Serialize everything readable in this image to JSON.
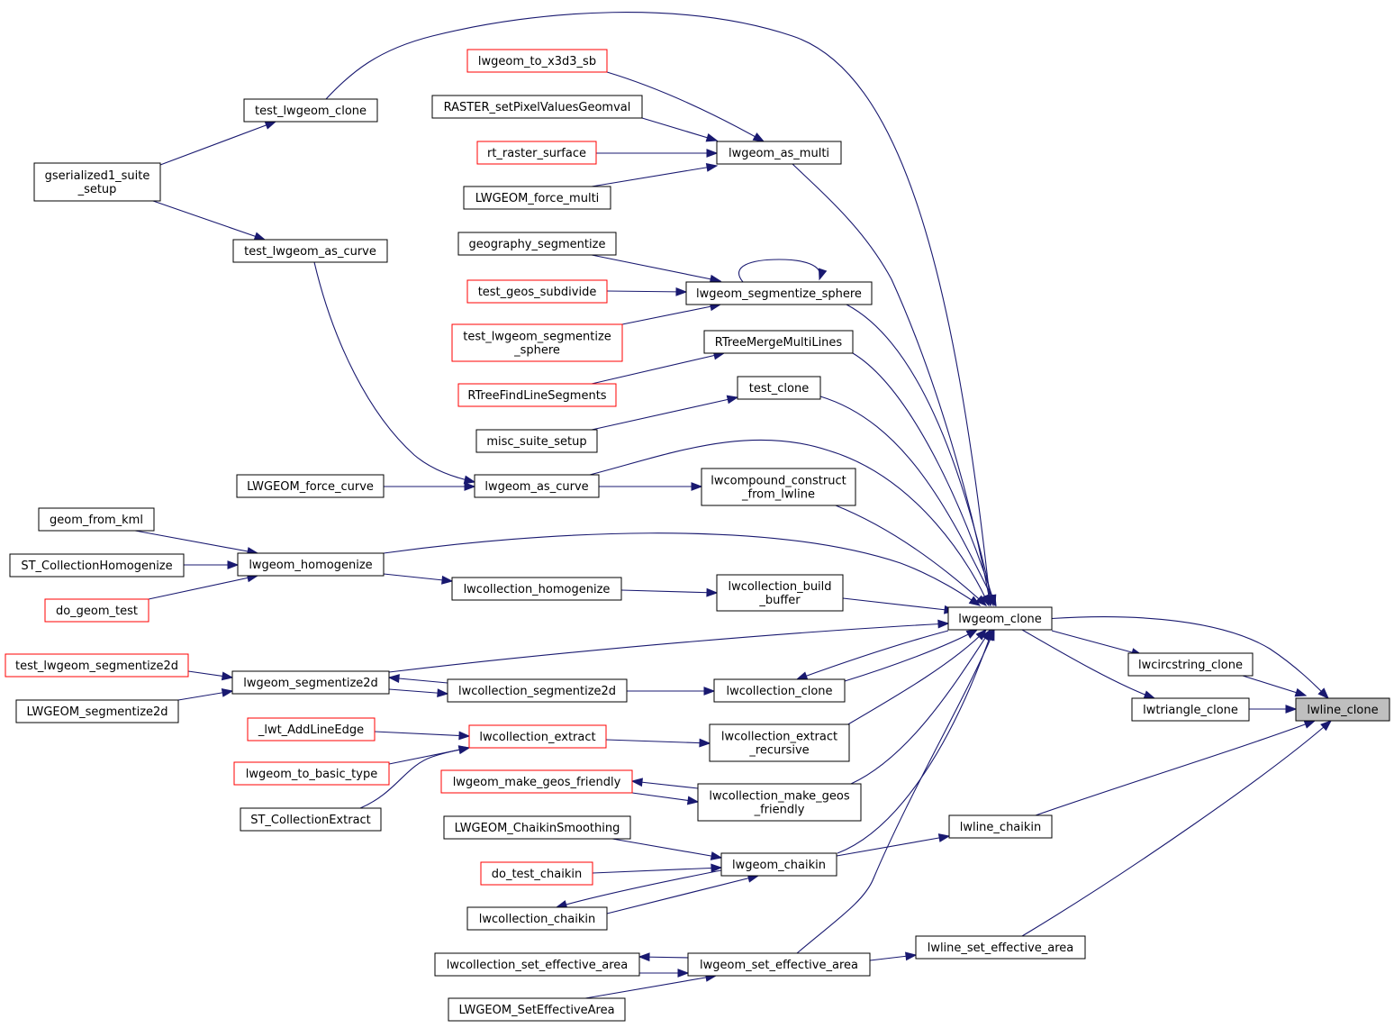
{
  "nodes": {
    "lwline_clone": {
      "lines": [
        "lwline_clone"
      ],
      "style": "root",
      "interactable": false
    },
    "lwgeom_clone": {
      "lines": [
        "lwgeom_clone"
      ],
      "style": "black",
      "interactable": true
    },
    "lwcircstring_clone": {
      "lines": [
        "lwcircstring_clone"
      ],
      "style": "black",
      "interactable": true
    },
    "lwtriangle_clone": {
      "lines": [
        "lwtriangle_clone"
      ],
      "style": "black",
      "interactable": true
    },
    "lwline_chaikin": {
      "lines": [
        "lwline_chaikin"
      ],
      "style": "black",
      "interactable": true
    },
    "lwline_set_effective_area": {
      "lines": [
        "lwline_set_effective_area"
      ],
      "style": "black",
      "interactable": true
    },
    "lwgeom_as_multi": {
      "lines": [
        "lwgeom_as_multi"
      ],
      "style": "black",
      "interactable": true
    },
    "lwgeom_segmentize_sphere": {
      "lines": [
        "lwgeom_segmentize_sphere"
      ],
      "style": "black",
      "interactable": true
    },
    "RTreeMergeMultiLines": {
      "lines": [
        "RTreeMergeMultiLines"
      ],
      "style": "black",
      "interactable": true
    },
    "test_clone": {
      "lines": [
        "test_clone"
      ],
      "style": "black",
      "interactable": true
    },
    "lwcompound_construct_from_lwline": {
      "lines": [
        "lwcompound_construct",
        "_from_lwline"
      ],
      "style": "black",
      "interactable": true
    },
    "lwcollection_build_buffer": {
      "lines": [
        "lwcollection_build",
        "_buffer"
      ],
      "style": "black",
      "interactable": true
    },
    "lwcollection_clone": {
      "lines": [
        "lwcollection_clone"
      ],
      "style": "black",
      "interactable": true
    },
    "lwcollection_extract_recursive": {
      "lines": [
        "lwcollection_extract",
        "_recursive"
      ],
      "style": "black",
      "interactable": true
    },
    "lwcollection_make_geos_friendly": {
      "lines": [
        "lwcollection_make_geos",
        "_friendly"
      ],
      "style": "black",
      "interactable": true
    },
    "lwgeom_chaikin": {
      "lines": [
        "lwgeom_chaikin"
      ],
      "style": "black",
      "interactable": true
    },
    "lwgeom_set_effective_area": {
      "lines": [
        "lwgeom_set_effective_area"
      ],
      "style": "black",
      "interactable": true
    },
    "lwgeom_to_x3d3_sb": {
      "lines": [
        "lwgeom_to_x3d3_sb"
      ],
      "style": "red",
      "interactable": true
    },
    "RASTER_setPixelValuesGeomval": {
      "lines": [
        "RASTER_setPixelValuesGeomval"
      ],
      "style": "black",
      "interactable": true
    },
    "rt_raster_surface": {
      "lines": [
        "rt_raster_surface"
      ],
      "style": "red",
      "interactable": true
    },
    "LWGEOM_force_multi": {
      "lines": [
        "LWGEOM_force_multi"
      ],
      "style": "black",
      "interactable": true
    },
    "geography_segmentize": {
      "lines": [
        "geography_segmentize"
      ],
      "style": "black",
      "interactable": true
    },
    "test_geos_subdivide": {
      "lines": [
        "test_geos_subdivide"
      ],
      "style": "red",
      "interactable": true
    },
    "test_lwgeom_segmentize_sphere": {
      "lines": [
        "test_lwgeom_segmentize",
        "_sphere"
      ],
      "style": "red",
      "interactable": true
    },
    "RTreeFindLineSegments": {
      "lines": [
        "RTreeFindLineSegments"
      ],
      "style": "red",
      "interactable": true
    },
    "misc_suite_setup": {
      "lines": [
        "misc_suite_setup"
      ],
      "style": "black",
      "interactable": true
    },
    "lwgeom_as_curve": {
      "lines": [
        "lwgeom_as_curve"
      ],
      "style": "black",
      "interactable": true
    },
    "lwcollection_homogenize": {
      "lines": [
        "lwcollection_homogenize"
      ],
      "style": "black",
      "interactable": true
    },
    "lwcollection_segmentize2d": {
      "lines": [
        "lwcollection_segmentize2d"
      ],
      "style": "black",
      "interactable": true
    },
    "lwcollection_extract": {
      "lines": [
        "lwcollection_extract"
      ],
      "style": "red",
      "interactable": true
    },
    "lwgeom_make_geos_friendly": {
      "lines": [
        "lwgeom_make_geos_friendly"
      ],
      "style": "red",
      "interactable": true
    },
    "LWGEOM_ChaikinSmoothing": {
      "lines": [
        "LWGEOM_ChaikinSmoothing"
      ],
      "style": "black",
      "interactable": true
    },
    "do_test_chaikin": {
      "lines": [
        "do_test_chaikin"
      ],
      "style": "red",
      "interactable": true
    },
    "lwcollection_chaikin": {
      "lines": [
        "lwcollection_chaikin"
      ],
      "style": "black",
      "interactable": true
    },
    "lwcollection_set_effective_area": {
      "lines": [
        "lwcollection_set_effective_area"
      ],
      "style": "black",
      "interactable": true
    },
    "LWGEOM_SetEffectiveArea": {
      "lines": [
        "LWGEOM_SetEffectiveArea"
      ],
      "style": "black",
      "interactable": true
    },
    "test_lwgeom_clone": {
      "lines": [
        "test_lwgeom_clone"
      ],
      "style": "black",
      "interactable": true
    },
    "test_lwgeom_as_curve": {
      "lines": [
        "test_lwgeom_as_curve"
      ],
      "style": "black",
      "interactable": true
    },
    "gserialized1_suite_setup": {
      "lines": [
        "gserialized1_suite",
        "_setup"
      ],
      "style": "black",
      "interactable": true
    },
    "LWGEOM_force_curve": {
      "lines": [
        "LWGEOM_force_curve"
      ],
      "style": "black",
      "interactable": true
    },
    "lwgeom_homogenize": {
      "lines": [
        "lwgeom_homogenize"
      ],
      "style": "black",
      "interactable": true
    },
    "geom_from_kml": {
      "lines": [
        "geom_from_kml"
      ],
      "style": "black",
      "interactable": true
    },
    "ST_CollectionHomogenize": {
      "lines": [
        "ST_CollectionHomogenize"
      ],
      "style": "black",
      "interactable": true
    },
    "do_geom_test": {
      "lines": [
        "do_geom_test"
      ],
      "style": "red",
      "interactable": true
    },
    "lwgeom_segmentize2d": {
      "lines": [
        "lwgeom_segmentize2d"
      ],
      "style": "black",
      "interactable": true
    },
    "test_lwgeom_segmentize2d": {
      "lines": [
        "test_lwgeom_segmentize2d"
      ],
      "style": "red",
      "interactable": true
    },
    "LWGEOM_segmentize2d": {
      "lines": [
        "LWGEOM_segmentize2d"
      ],
      "style": "black",
      "interactable": true
    },
    "_lwt_AddLineEdge": {
      "lines": [
        "_lwt_AddLineEdge"
      ],
      "style": "red",
      "interactable": true
    },
    "lwgeom_to_basic_type": {
      "lines": [
        "lwgeom_to_basic_type"
      ],
      "style": "red",
      "interactable": true
    },
    "ST_CollectionExtract": {
      "lines": [
        "ST_CollectionExtract"
      ],
      "style": "black",
      "interactable": true
    }
  },
  "edges": [
    [
      "lwgeom_clone",
      "lwline_clone"
    ],
    [
      "lwcircstring_clone",
      "lwline_clone"
    ],
    [
      "lwtriangle_clone",
      "lwline_clone"
    ],
    [
      "lwline_chaikin",
      "lwline_clone"
    ],
    [
      "lwline_set_effective_area",
      "lwline_clone"
    ],
    [
      "lwgeom_clone",
      "lwcircstring_clone"
    ],
    [
      "lwgeom_clone",
      "lwtriangle_clone"
    ],
    [
      "lwgeom_chaikin",
      "lwline_chaikin"
    ],
    [
      "lwgeom_set_effective_area",
      "lwline_set_effective_area"
    ],
    [
      "test_lwgeom_clone",
      "lwgeom_clone"
    ],
    [
      "lwgeom_as_multi",
      "lwgeom_clone"
    ],
    [
      "lwgeom_segmentize_sphere",
      "lwgeom_clone"
    ],
    [
      "RTreeMergeMultiLines",
      "lwgeom_clone"
    ],
    [
      "test_clone",
      "lwgeom_clone"
    ],
    [
      "lwgeom_as_curve",
      "lwgeom_clone"
    ],
    [
      "lwcompound_construct_from_lwline",
      "lwgeom_clone"
    ],
    [
      "lwgeom_homogenize",
      "lwgeom_clone"
    ],
    [
      "lwcollection_build_buffer",
      "lwgeom_clone"
    ],
    [
      "lwgeom_segmentize2d",
      "lwgeom_clone"
    ],
    [
      "lwcollection_clone",
      "lwgeom_clone"
    ],
    [
      "lwcollection_extract_recursive",
      "lwgeom_clone"
    ],
    [
      "lwcollection_make_geos_friendly",
      "lwgeom_clone"
    ],
    [
      "lwgeom_chaikin",
      "lwgeom_clone"
    ],
    [
      "lwgeom_set_effective_area",
      "lwgeom_clone"
    ],
    [
      "lwgeom_clone",
      "lwcollection_clone"
    ],
    [
      "lwgeom_to_x3d3_sb",
      "lwgeom_as_multi"
    ],
    [
      "RASTER_setPixelValuesGeomval",
      "lwgeom_as_multi"
    ],
    [
      "rt_raster_surface",
      "lwgeom_as_multi"
    ],
    [
      "LWGEOM_force_multi",
      "lwgeom_as_multi"
    ],
    [
      "geography_segmentize",
      "lwgeom_segmentize_sphere"
    ],
    [
      "test_geos_subdivide",
      "lwgeom_segmentize_sphere"
    ],
    [
      "test_lwgeom_segmentize_sphere",
      "lwgeom_segmentize_sphere"
    ],
    [
      "lwgeom_segmentize_sphere",
      "lwgeom_segmentize_sphere"
    ],
    [
      "RTreeFindLineSegments",
      "RTreeMergeMultiLines"
    ],
    [
      "misc_suite_setup",
      "test_clone"
    ],
    [
      "lwgeom_as_curve",
      "lwcompound_construct_from_lwline"
    ],
    [
      "test_lwgeom_as_curve",
      "lwgeom_as_curve"
    ],
    [
      "LWGEOM_force_curve",
      "lwgeom_as_curve"
    ],
    [
      "lwcollection_homogenize",
      "lwcollection_build_buffer"
    ],
    [
      "lwgeom_homogenize",
      "lwcollection_homogenize"
    ],
    [
      "lwcollection_segmentize2d",
      "lwcollection_clone"
    ],
    [
      "lwgeom_segmentize2d",
      "lwcollection_segmentize2d"
    ],
    [
      "lwcollection_segmentize2d",
      "lwgeom_segmentize2d"
    ],
    [
      "lwcollection_extract",
      "lwcollection_extract_recursive"
    ],
    [
      "lwcollection_make_geos_friendly",
      "lwgeom_make_geos_friendly"
    ],
    [
      "lwgeom_make_geos_friendly",
      "lwcollection_make_geos_friendly"
    ],
    [
      "LWGEOM_ChaikinSmoothing",
      "lwgeom_chaikin"
    ],
    [
      "do_test_chaikin",
      "lwgeom_chaikin"
    ],
    [
      "lwcollection_chaikin",
      "lwgeom_chaikin"
    ],
    [
      "lwgeom_chaikin",
      "lwcollection_chaikin"
    ],
    [
      "lwcollection_set_effective_area",
      "lwgeom_set_effective_area"
    ],
    [
      "lwgeom_set_effective_area",
      "lwcollection_set_effective_area"
    ],
    [
      "LWGEOM_SetEffectiveArea",
      "lwgeom_set_effective_area"
    ],
    [
      "gserialized1_suite_setup",
      "test_lwgeom_clone"
    ],
    [
      "gserialized1_suite_setup",
      "test_lwgeom_as_curve"
    ],
    [
      "geom_from_kml",
      "lwgeom_homogenize"
    ],
    [
      "ST_CollectionHomogenize",
      "lwgeom_homogenize"
    ],
    [
      "do_geom_test",
      "lwgeom_homogenize"
    ],
    [
      "test_lwgeom_segmentize2d",
      "lwgeom_segmentize2d"
    ],
    [
      "LWGEOM_segmentize2d",
      "lwgeom_segmentize2d"
    ],
    [
      "_lwt_AddLineEdge",
      "lwcollection_extract"
    ],
    [
      "lwgeom_to_basic_type",
      "lwcollection_extract"
    ],
    [
      "ST_CollectionExtract",
      "lwcollection_extract"
    ]
  ],
  "colors": {
    "edge": "#191970",
    "external_border": "#ff0000",
    "root_fill": "#bfbfbf"
  }
}
